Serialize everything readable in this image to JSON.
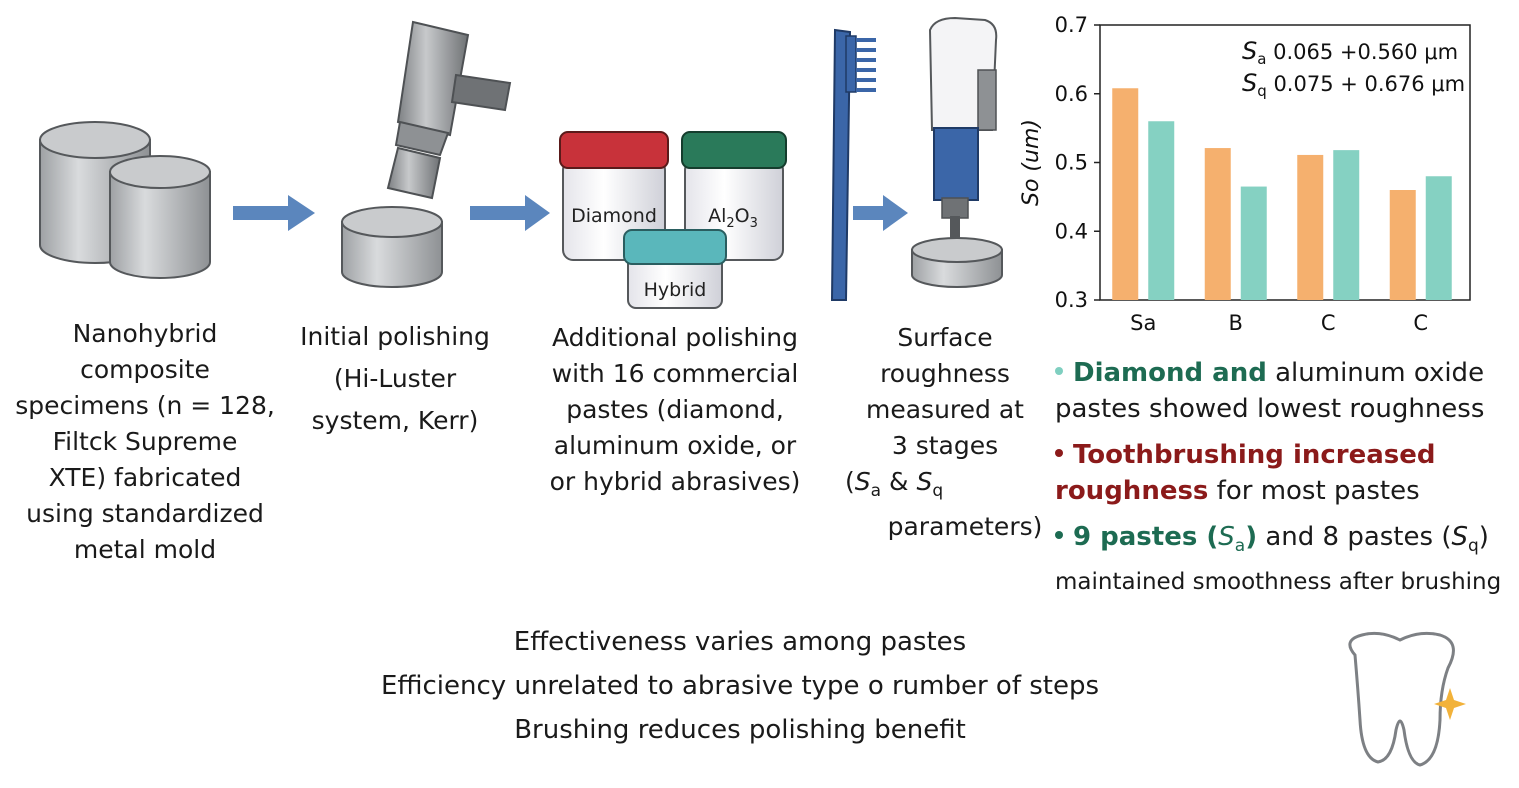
{
  "steps": [
    {
      "lines": [
        "Nanohybrid",
        "composite",
        "specimens (n = 128,",
        "Filtck Supreme",
        "XTE) fabricated",
        "using standardized",
        "metal mold"
      ]
    },
    {
      "lines": [
        "Initial polishing",
        "(Hi-Luster",
        "system, Kerr)"
      ]
    },
    {
      "lines": [
        "Additional polishing",
        "with 16 commercial",
        "pastes (diamond,",
        "aluminum oxide, or",
        "or hybrid abrasives)"
      ]
    },
    {
      "lines": [
        "Surface",
        "roughness",
        "measured at",
        "3 stages"
      ],
      "param_sym1": "S",
      "param_sub1": "a",
      "param_amp": " & ",
      "param_sym2": "S",
      "param_sub2": "q",
      "param_open": "(",
      "param_tail": "parameters)"
    }
  ],
  "jars": {
    "diamond": "Diamond",
    "al2o3_main": "Al",
    "al2o3_sub1": "2",
    "al2o3_mid": "O",
    "al2o3_sub2": "3",
    "hybrid": "Hybrid"
  },
  "chart_data": {
    "type": "bar",
    "categories": [
      "Sa",
      "B",
      "C",
      "C"
    ],
    "series": [
      {
        "color": "#f5b06e",
        "values": [
          0.608,
          0.521,
          0.511,
          0.46
        ]
      },
      {
        "color": "#85d1c2",
        "values": [
          0.56,
          0.465,
          0.518,
          0.48
        ]
      }
    ],
    "ylabel": "So (um)",
    "ylim": [
      0.3,
      0.7
    ],
    "yticks": [
      "0.3",
      "0.4",
      "0.5",
      "0.6",
      "0.7"
    ],
    "annotations": [
      {
        "sym": "S",
        "sub": "a",
        "text": " 0.065 +0.560 μm"
      },
      {
        "sym": "S",
        "sub": "q",
        "text": " 0.075 + 0.676 μm"
      }
    ]
  },
  "bullets": [
    {
      "color": "#7fcfc0",
      "bold": "Diamond and",
      "bold_color": "#1d6b52",
      "rest": " aluminum oxide",
      "line2": "pastes showed lowest roughness"
    },
    {
      "color": "#8b1a1a",
      "bold": "Toothbrushing increased",
      "bold_color": "#8b1a1a",
      "line2_bold": "roughness",
      "line2": " for most pastes"
    },
    {
      "color": "#1d6b52",
      "bold": "9 pastes (",
      "bold_sym": "S",
      "bold_sub": "a",
      "bold_close": ")",
      "bold_color": "#1d6b52",
      "rest": " and 8 pastes (",
      "rest_sym": "S",
      "rest_sub": "q",
      "rest_close": ")",
      "line2": "maintained smoothness after brushing"
    }
  ],
  "summary": [
    "Effectiveness varies among pastes",
    "Efficiency unrelated to abrasive type o rumber of steps",
    "Brushing reduces polishing benefit"
  ],
  "colors": {
    "arrow": "#5b86bd",
    "red_lid": "#c8323a",
    "green_lid": "#2a7a5a",
    "teal_lid": "#5ab7bb",
    "sparkle": "#f2b23a",
    "brush": "#3b66a8"
  }
}
